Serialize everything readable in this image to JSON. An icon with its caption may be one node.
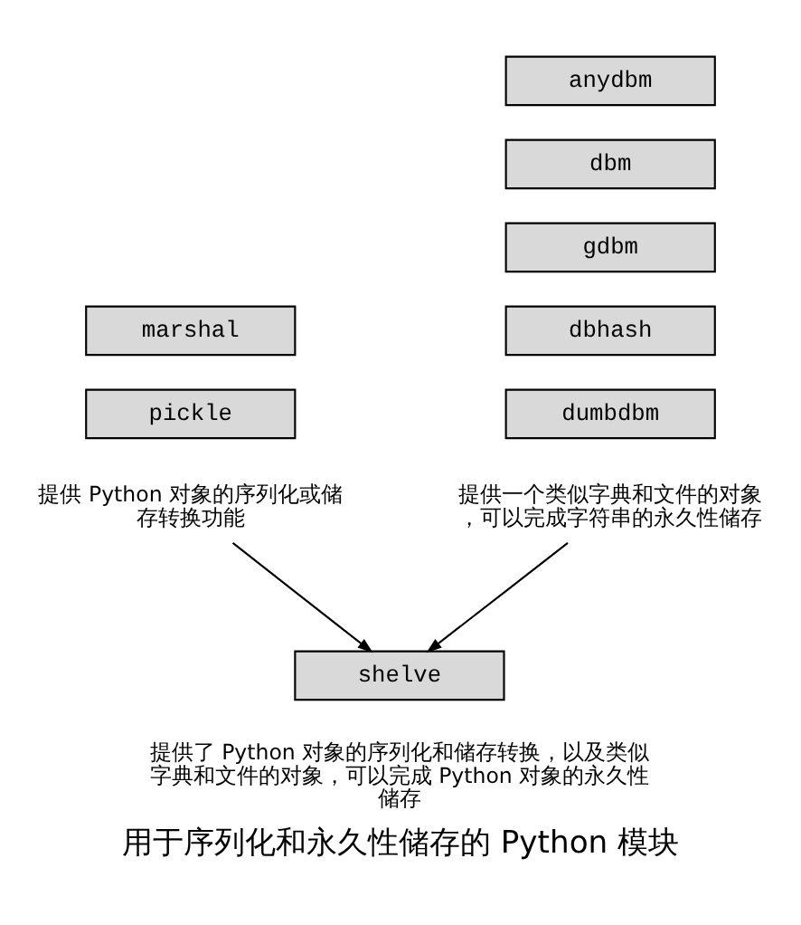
{
  "diagram": {
    "caption": "用于序列化和永久性储存的 Python 模块",
    "nodes": [
      {
        "text": [
          "marshal"
        ]
      },
      {
        "text": [
          "pickle"
        ]
      },
      {
        "text": [
          "提供 Python 对象的序列化或储存转换功能"
        ]
      },
      {
        "text": [
          "anydbm"
        ]
      },
      {
        "text": [
          "dbm"
        ]
      },
      {
        "text": [
          "gdbm"
        ]
      },
      {
        "text": [
          "dbhash"
        ]
      },
      {
        "text": [
          "dumbdbm"
        ]
      },
      {
        "text": [
          "提供一个类似字典和文件的对象，可以完成字符串的永久性储存"
        ]
      },
      {
        "text": [
          "shelve"
        ],
        "beside": [
          "提供了 Python 对象的序列化和储存转换，以及类似字典和文件的对象，可以完成 Python 对象的永久性储存"
        ]
      }
    ],
    "edges": [
      {
        "from": 2,
        "to": 9,
        "arrow": "to"
      },
      {
        "from": 8,
        "to": 9,
        "arrow": "to"
      }
    ]
  }
}
